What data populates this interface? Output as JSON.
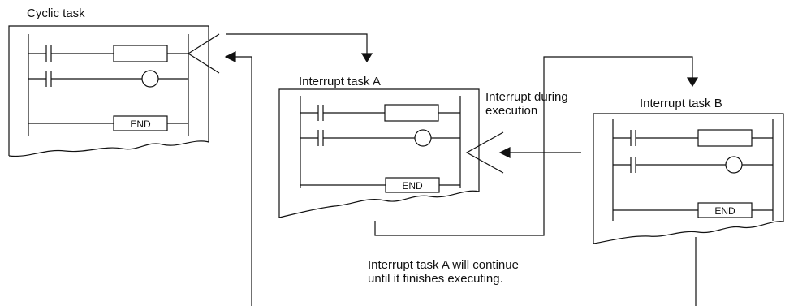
{
  "labels": {
    "cyclic_task": "Cyclic task",
    "interrupt_task_a": "Interrupt task A",
    "interrupt_task_b": "Interrupt task B",
    "interrupt_during_line1": "Interrupt during",
    "interrupt_during_line2": "execution",
    "continue_line1": "Interrupt task A will continue",
    "continue_line2": "until it finishes executing."
  },
  "ladder": {
    "end_instruction": "END"
  }
}
